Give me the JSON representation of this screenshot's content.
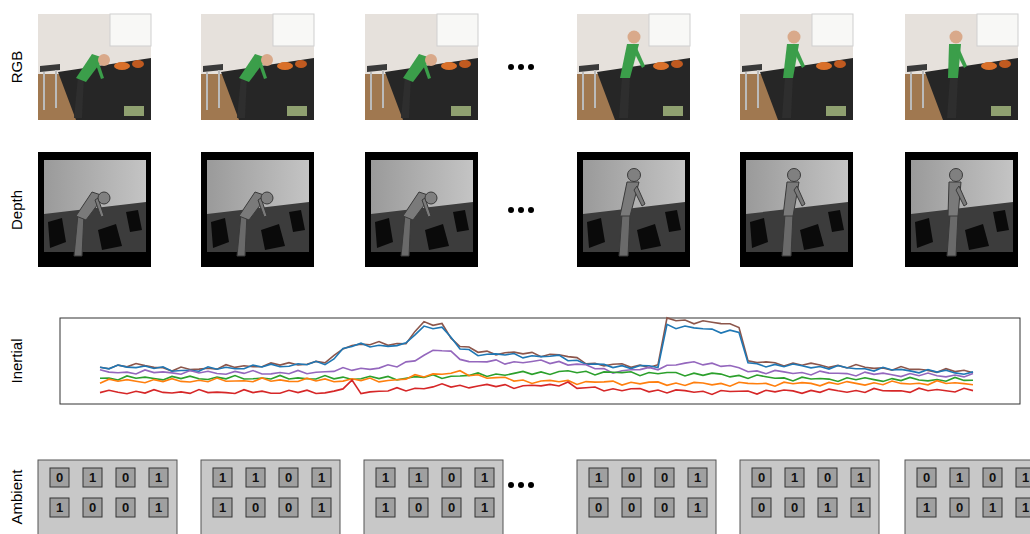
{
  "diagram": {
    "labels": [
      "RGB",
      "Depth",
      "Inertial",
      "Ambient",
      "0",
      "1",
      "0",
      "1",
      "1",
      "0",
      "0",
      "1",
      "1",
      "1",
      "0",
      "1",
      "1",
      "0",
      "0",
      "1",
      "1",
      "1",
      "0",
      "1",
      "1",
      "0",
      "0",
      "1",
      "1",
      "0",
      "0",
      "1",
      "0",
      "0",
      "0",
      "1",
      "0",
      "1",
      "0",
      "1",
      "0",
      "0",
      "1",
      "1",
      "0",
      "1",
      "0",
      "1",
      "1",
      "0",
      "1",
      "1"
    ]
  }
}
